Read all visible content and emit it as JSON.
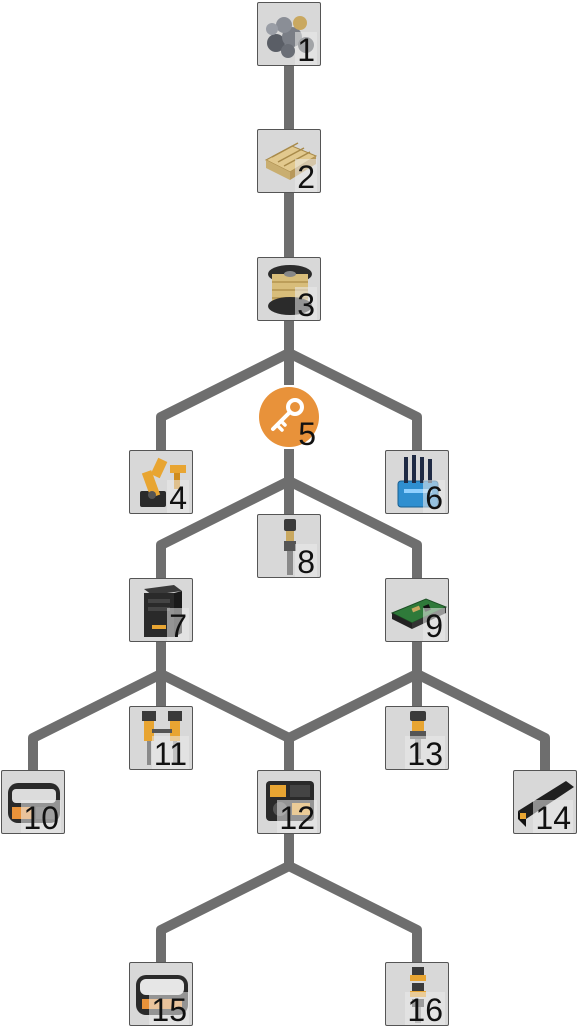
{
  "tree": {
    "line_color": "#6e6e6e",
    "node_bg": "#d8d8d8",
    "lock_color": "#e8923a",
    "nodes": [
      {
        "id": 1,
        "label": "1",
        "icon": "stone-pile-icon"
      },
      {
        "id": 2,
        "label": "2",
        "icon": "wood-pallet-icon"
      },
      {
        "id": 3,
        "label": "3",
        "icon": "cable-spool-icon"
      },
      {
        "id": 4,
        "label": "4",
        "icon": "robotic-arm-icon"
      },
      {
        "id": 5,
        "label": "5",
        "icon": "key-icon",
        "locked": true
      },
      {
        "id": 6,
        "label": "6",
        "icon": "antenna-box-icon"
      },
      {
        "id": 7,
        "label": "7",
        "icon": "computer-tower-icon"
      },
      {
        "id": 8,
        "label": "8",
        "icon": "drill-bit-icon"
      },
      {
        "id": 9,
        "label": "9",
        "icon": "circuit-board-icon"
      },
      {
        "id": 10,
        "label": "10",
        "icon": "generator-icon"
      },
      {
        "id": 11,
        "label": "11",
        "icon": "twin-drill-icon"
      },
      {
        "id": 12,
        "label": "12",
        "icon": "engine-block-icon"
      },
      {
        "id": 13,
        "label": "13",
        "icon": "drill-head-icon"
      },
      {
        "id": 14,
        "label": "14",
        "icon": "laser-tube-icon"
      },
      {
        "id": 15,
        "label": "15",
        "icon": "power-unit-icon"
      },
      {
        "id": 16,
        "label": "16",
        "icon": "drill-rack-icon"
      }
    ],
    "edges": [
      [
        1,
        2
      ],
      [
        2,
        3
      ],
      [
        3,
        4
      ],
      [
        3,
        5
      ],
      [
        3,
        6
      ],
      [
        5,
        7
      ],
      [
        5,
        8
      ],
      [
        5,
        9
      ],
      [
        7,
        10
      ],
      [
        7,
        11
      ],
      [
        7,
        12
      ],
      [
        9,
        12
      ],
      [
        9,
        13
      ],
      [
        9,
        14
      ],
      [
        12,
        15
      ],
      [
        12,
        16
      ]
    ]
  }
}
